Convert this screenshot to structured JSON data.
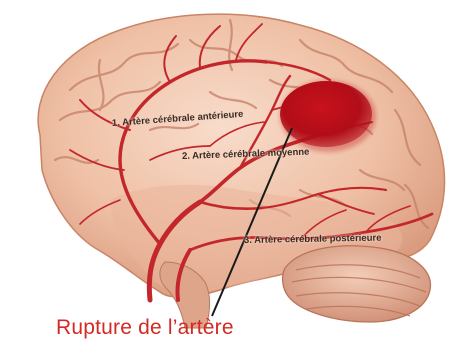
{
  "image": {
    "subject": "brain-with-arteries-and-hemorrhage",
    "colors": {
      "brain": "#f0c3a8",
      "gyri_shadow": "#c9876c",
      "artery": "#c3272b",
      "hemorrhage": "#b30f1a",
      "cerebellum": "#e9b7a0",
      "caption": "#d42a24"
    }
  },
  "labels": {
    "anterior": "1. Artère cérébrale antérieure",
    "moyenne": "2. Artère cérébrale moyenne",
    "posterieure": "3. Artère cérébrale postérieure"
  },
  "caption": "Rupture de l’artère"
}
